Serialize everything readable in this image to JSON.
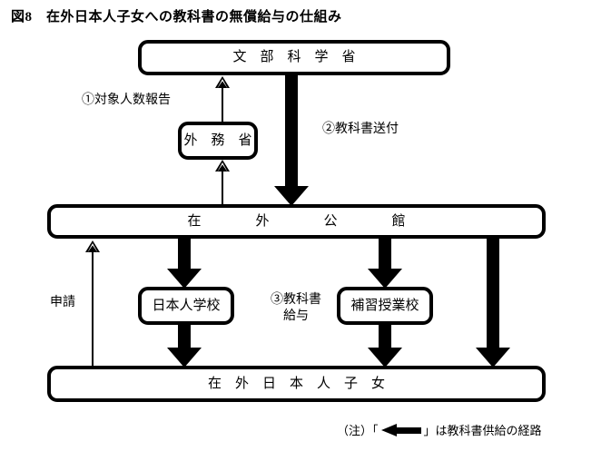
{
  "figure": {
    "title": "図8　在外日本人子女への教科書の無償給与の仕組み"
  },
  "boxes": {
    "mext": "文　部　科　学　省",
    "mofa": "外　務　省",
    "overseas_mission": "在　　　　外　　　　公　　　　館",
    "japanese_school": "日本人学校",
    "supplementary_school": "補習授業校",
    "overseas_children": "在　外　日　本　人　子　女"
  },
  "labels": {
    "step1": "①対象人数報告",
    "step2": "②教科書送付",
    "step3_line1": "③教科書",
    "step3_line2": "給与",
    "application": "申請"
  },
  "note": {
    "prefix": "（注）「",
    "arrow_icon": "left-arrow-icon",
    "suffix": "」は教科書供給の経路"
  },
  "colors": {
    "ink": "#000000",
    "paper": "#ffffff"
  }
}
